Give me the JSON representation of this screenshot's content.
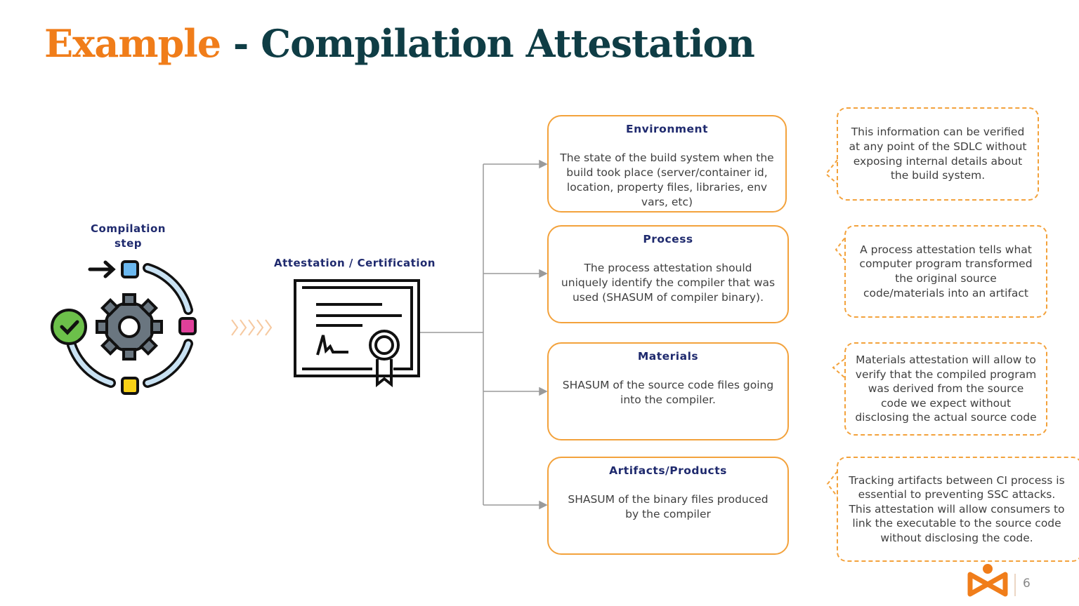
{
  "title": {
    "part1": "Example",
    "part2": " - Compilation Attestation"
  },
  "left": {
    "compilation_label": "Compilation step",
    "attestation_label": "Attestation / Certification"
  },
  "boxes": [
    {
      "heading": "Environment",
      "body": "The state of the build system when the build took place (server/container id, location, property files, libraries, env vars, etc)"
    },
    {
      "heading": "Process",
      "body": "The process attestation should uniquely identify the compiler that was used (SHASUM of compiler binary)."
    },
    {
      "heading": "Materials",
      "body": "SHASUM of the source code files going into the compiler."
    },
    {
      "heading": "Artifacts/Products",
      "body": "SHASUM of the binary files produced by the compiler"
    }
  ],
  "callouts": [
    "This information can be verified at any point of the SDLC without exposing internal details about the build system.",
    "A process attestation tells what computer program transformed the original source code/materials into an artifact",
    "Materials attestation will allow to verify that the compiled program was derived from the source code we expect without disclosing the actual source code",
    "Tracking artifacts between CI process is essential to preventing SSC attacks. This attestation will allow consumers to link the executable to the source code without disclosing the code."
  ],
  "footer": {
    "page_number": "6"
  },
  "colors": {
    "accent": "#f07d1a",
    "title_dark": "#0f3d45",
    "heading": "#1f2a6e",
    "border": "#f3a23c"
  }
}
